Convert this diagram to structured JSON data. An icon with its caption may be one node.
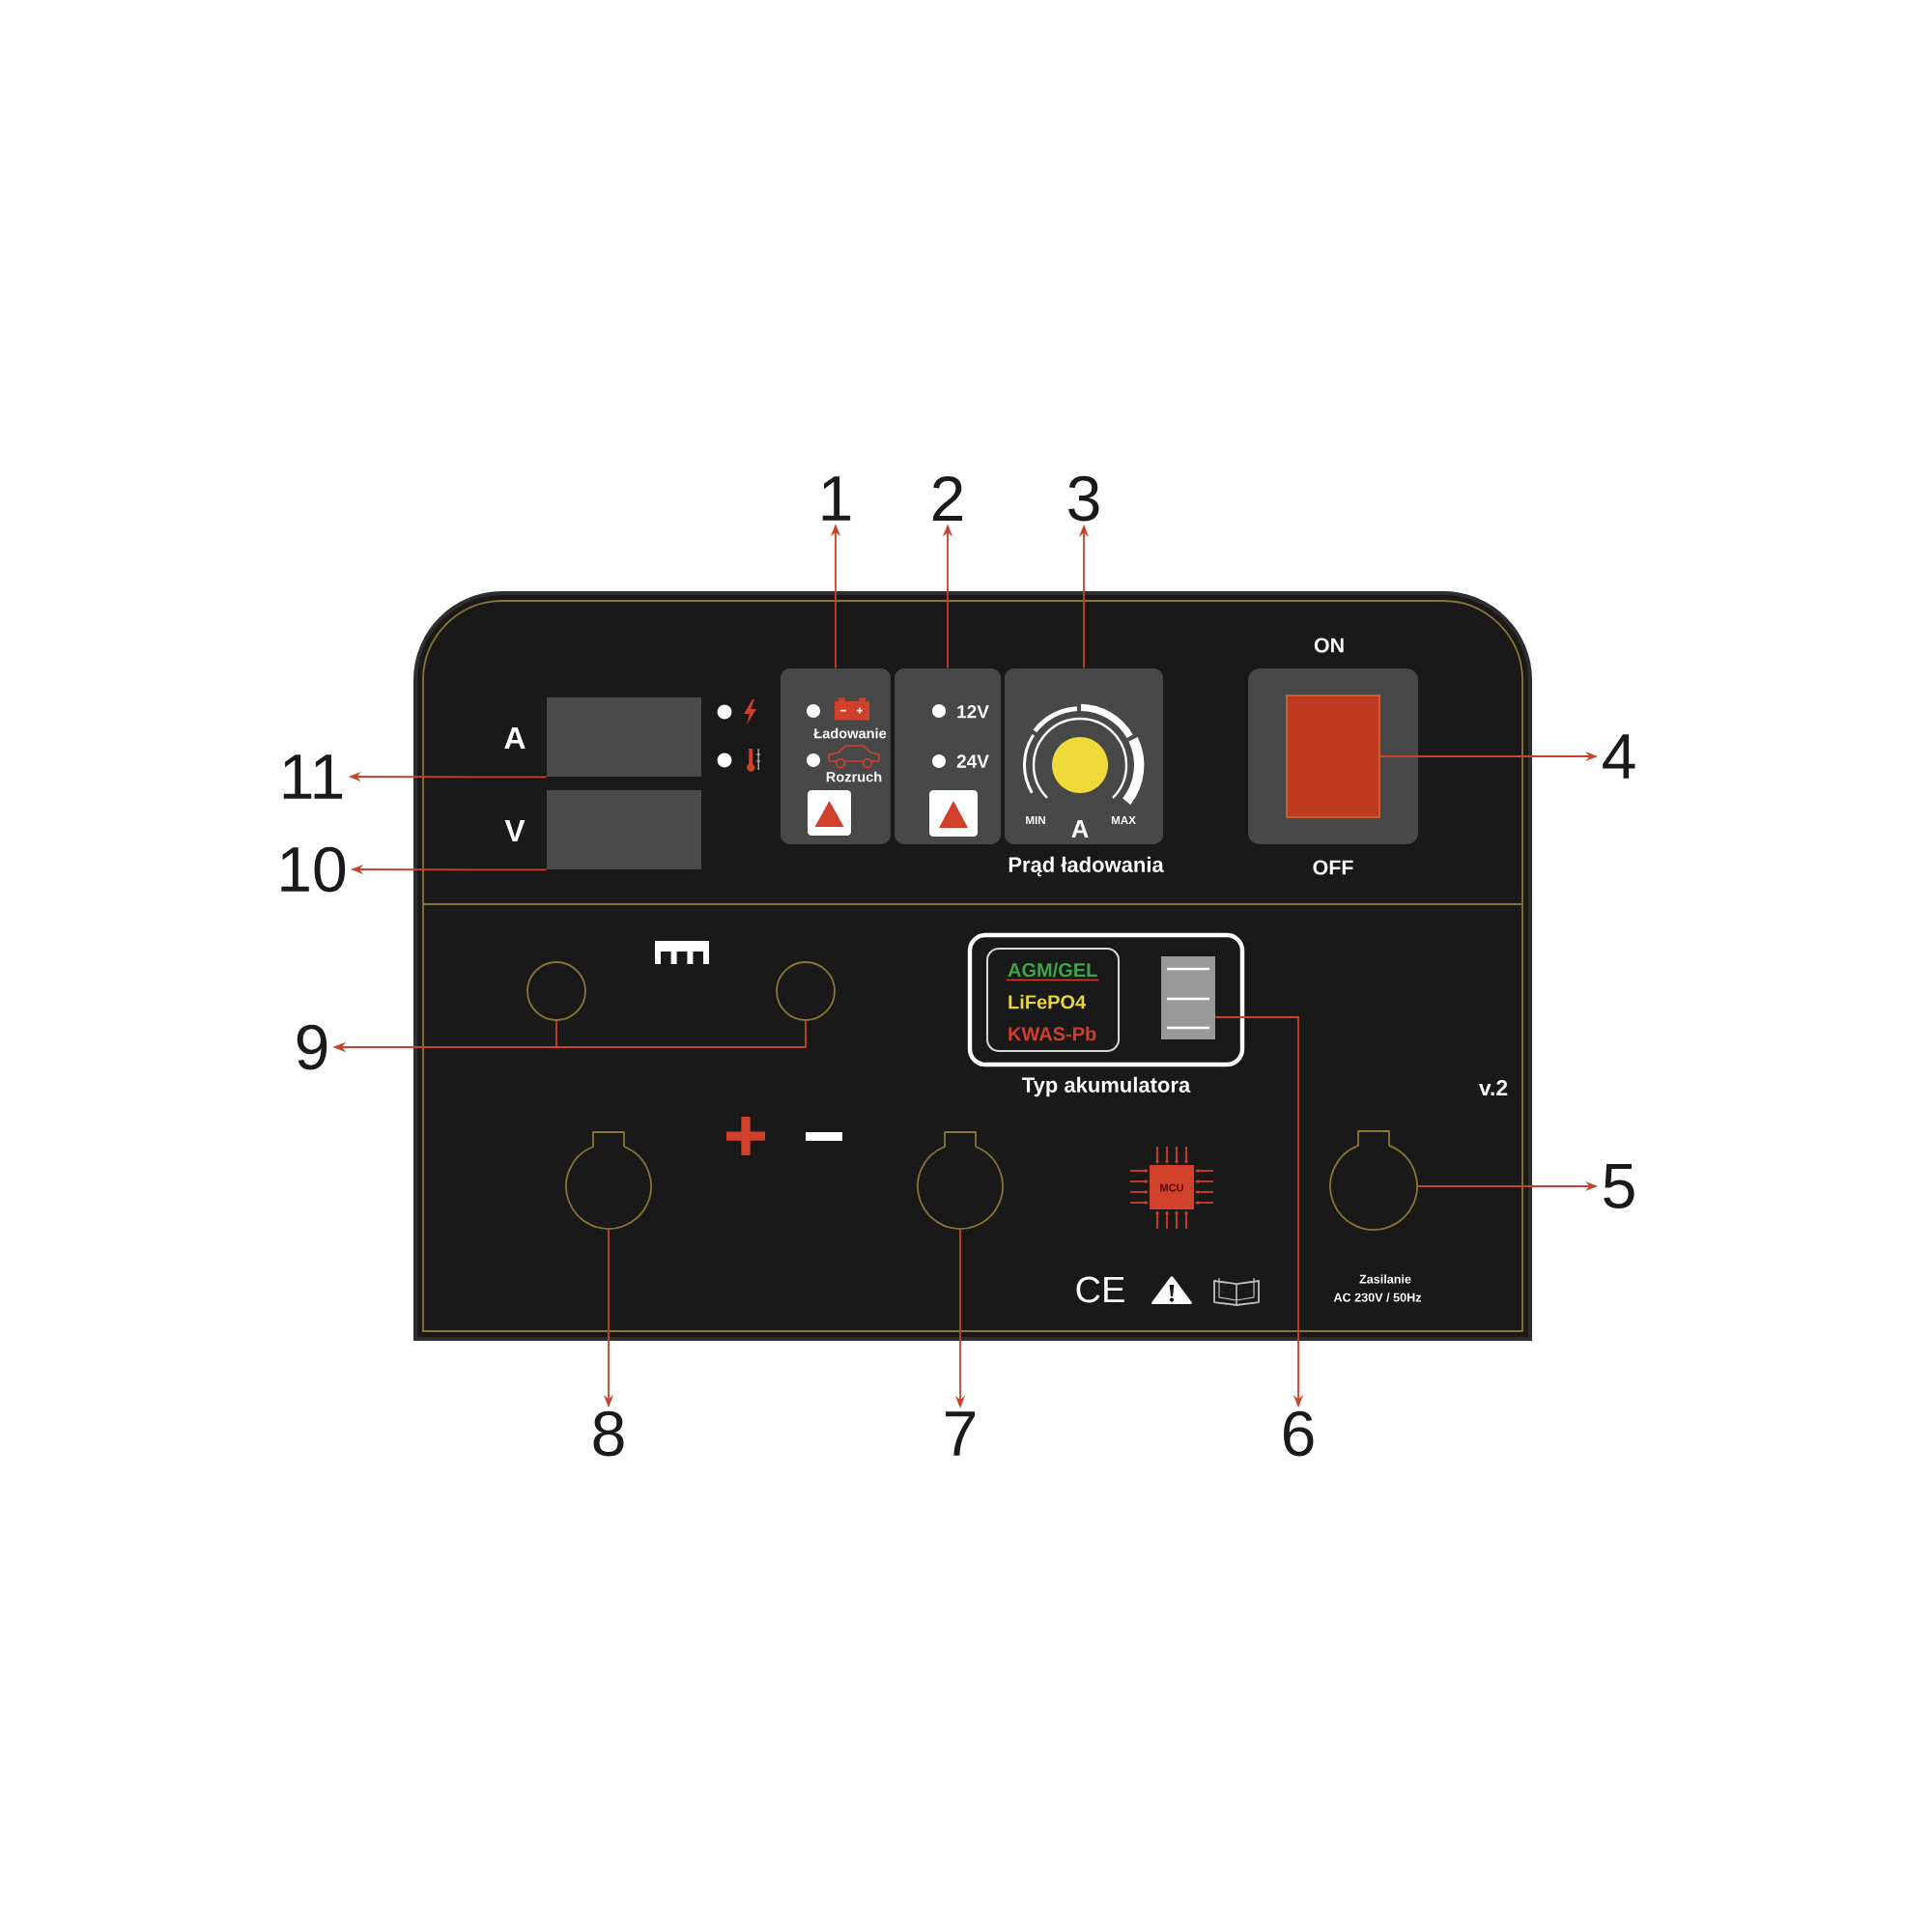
{
  "diagram": {
    "nodes": [
      {
        "text": [
          "1"
        ]
      },
      {
        "text": [
          "2"
        ]
      },
      {
        "text": [
          "3"
        ]
      },
      {
        "text": [],
        "shape": "box",
        "beside": [
          "A"
        ]
      },
      {
        "text": [
          "Ładowanie",
          "Rozruch"
        ]
      },
      {
        "text": [
          "12V",
          "24V"
        ]
      },
      {
        "text": [
          "MIN",
          "A",
          "MAX"
        ],
        "beside": [
          "Prąd ładowania"
        ]
      },
      {
        "text": [],
        "shape": "box",
        "beside": [
          "ON",
          "OFF"
        ]
      },
      {
        "text": [],
        "shape": "box",
        "in": 7
      },
      {
        "text": [
          "11"
        ]
      },
      {
        "text": [
          "4"
        ]
      },
      {
        "text": [],
        "shape": "box",
        "beside": [
          "V"
        ]
      },
      {
        "text": [
          "10"
        ]
      },
      {
        "text": [],
        "shape": "circle"
      },
      {
        "text": [],
        "shape": "circle"
      },
      {
        "text": [],
        "shape": "box",
        "beside": [
          "Typ akumulatora"
        ]
      },
      {
        "text": [
          "AGM/GEL",
          "LiFePO4",
          "KWAS-Pb"
        ],
        "in": 15
      },
      {
        "text": [],
        "shape": "box",
        "in": 15
      },
      {
        "text": [
          "9"
        ]
      },
      {
        "text": [],
        "shape": "circle"
      },
      {
        "text": [],
        "shape": "circle"
      },
      {
        "text": [],
        "shape": "circle",
        "beside": [
          "Zasilanie",
          "AC 230V / 50Hz"
        ]
      },
      {
        "text": [
          "5"
        ]
      },
      {
        "text": [
          "8"
        ]
      },
      {
        "text": [
          "7"
        ]
      },
      {
        "text": [
          "6"
        ]
      }
    ],
    "edges": [
      {
        "from": 4,
        "to": 0,
        "arrow": "to"
      },
      {
        "from": 5,
        "to": 1,
        "arrow": "to"
      },
      {
        "from": 6,
        "to": 2,
        "arrow": "to"
      },
      {
        "from": 8,
        "to": 10,
        "arrow": "to"
      },
      {
        "from": 21,
        "to": 22,
        "arrow": "to"
      },
      {
        "from": 17,
        "to": 25,
        "arrow": "to"
      },
      {
        "from": 20,
        "to": 24,
        "arrow": "to"
      },
      {
        "from": 19,
        "to": 23,
        "arrow": "to"
      },
      {
        "from": 13,
        "to": 18,
        "arrow": "to"
      },
      {
        "from": 14,
        "to": 18,
        "arrow": "to"
      },
      {
        "from": 11,
        "to": 12,
        "arrow": "to"
      },
      {
        "from": 3,
        "to": 9,
        "arrow": "to"
      }
    ],
    "labels": [
      "v.2",
      "MCU",
      "CE"
    ]
  }
}
